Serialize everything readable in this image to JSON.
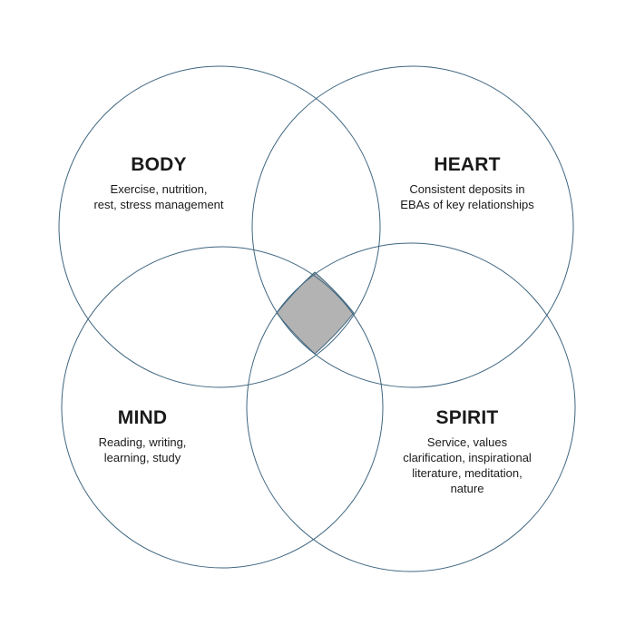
{
  "colors": {
    "circle_stroke": "#3f6680",
    "overlap_fill": "#b3b3b3",
    "text": "#1a1a1a"
  },
  "quadrants": {
    "body": {
      "title": "BODY",
      "lines": [
        "Exercise, nutrition,",
        "rest, stress management"
      ]
    },
    "heart": {
      "title": "HEART",
      "lines": [
        "Consistent deposits in",
        "EBAs of key relationships"
      ]
    },
    "mind": {
      "title": "MIND",
      "lines": [
        "Reading, writing,",
        "learning, study"
      ]
    },
    "spirit": {
      "title": "SPIRIT",
      "lines": [
        "Service, values",
        "clarification, inspirational",
        "literature, meditation,",
        "nature"
      ]
    }
  }
}
